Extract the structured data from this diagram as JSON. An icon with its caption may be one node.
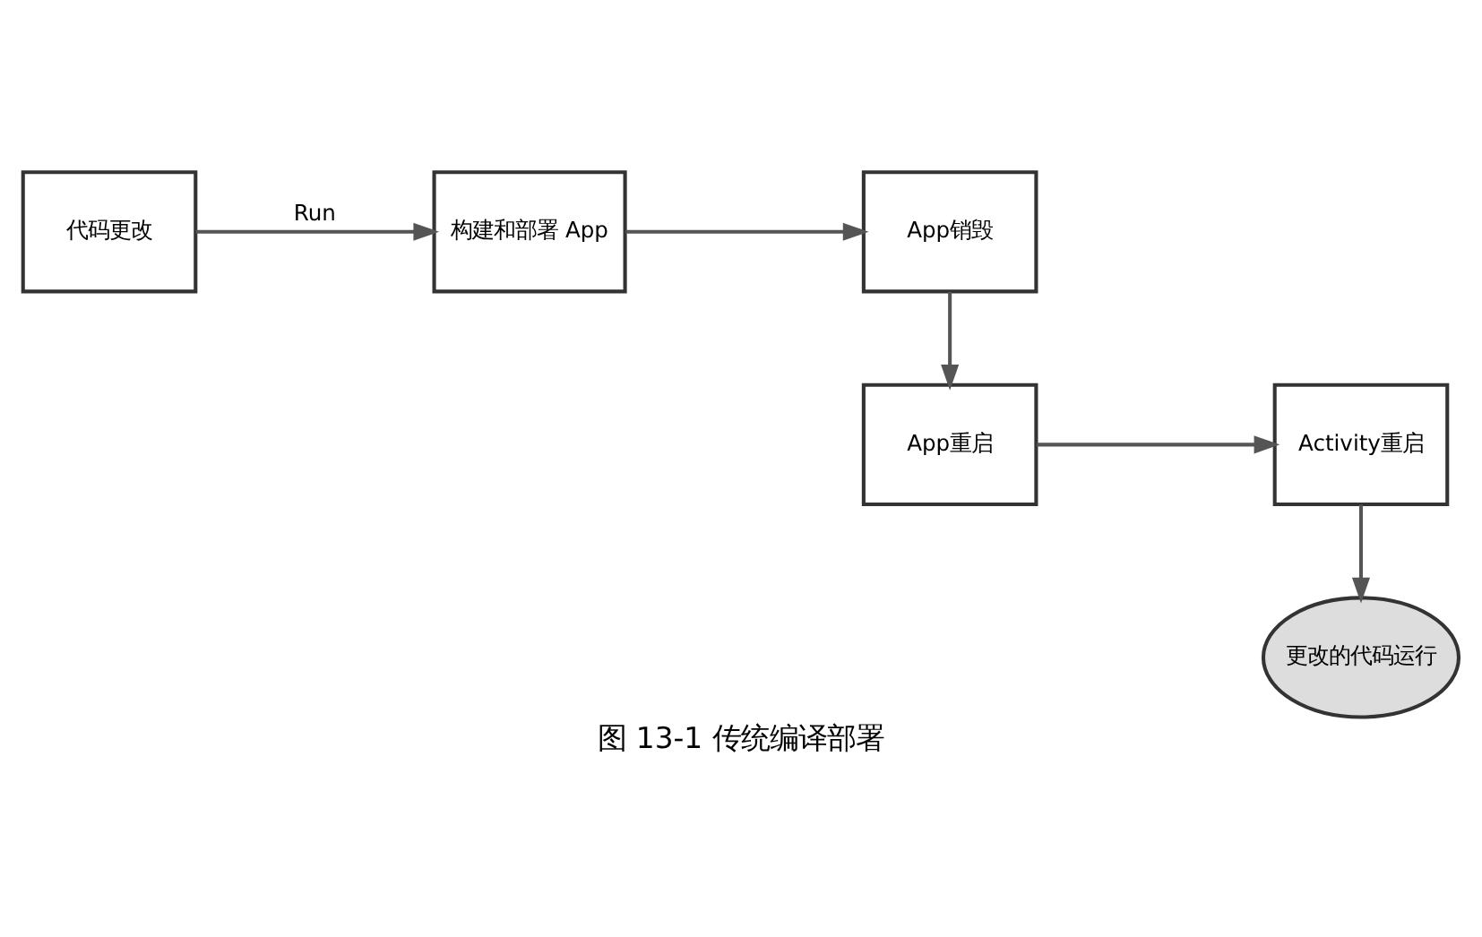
{
  "diagram": {
    "caption": "图 13-1 传统编译部署",
    "nodes": [
      {
        "text": [
          "代码更改"
        ]
      },
      {
        "text": [
          "构建和部署 App"
        ]
      },
      {
        "text": [
          "App销毁"
        ]
      },
      {
        "text": [
          "App重启"
        ]
      },
      {
        "text": [
          "Activity重启"
        ]
      },
      {
        "text": [
          "更改的代码运行"
        ]
      }
    ],
    "edges": [
      {
        "from": 0,
        "to": 1,
        "arrow": "to",
        "label": "Run"
      },
      {
        "from": 1,
        "to": 2,
        "arrow": "to"
      },
      {
        "from": 2,
        "to": 3,
        "arrow": "to"
      },
      {
        "from": 3,
        "to": 4,
        "arrow": "to"
      },
      {
        "from": 4,
        "to": 5,
        "arrow": "to"
      }
    ]
  }
}
